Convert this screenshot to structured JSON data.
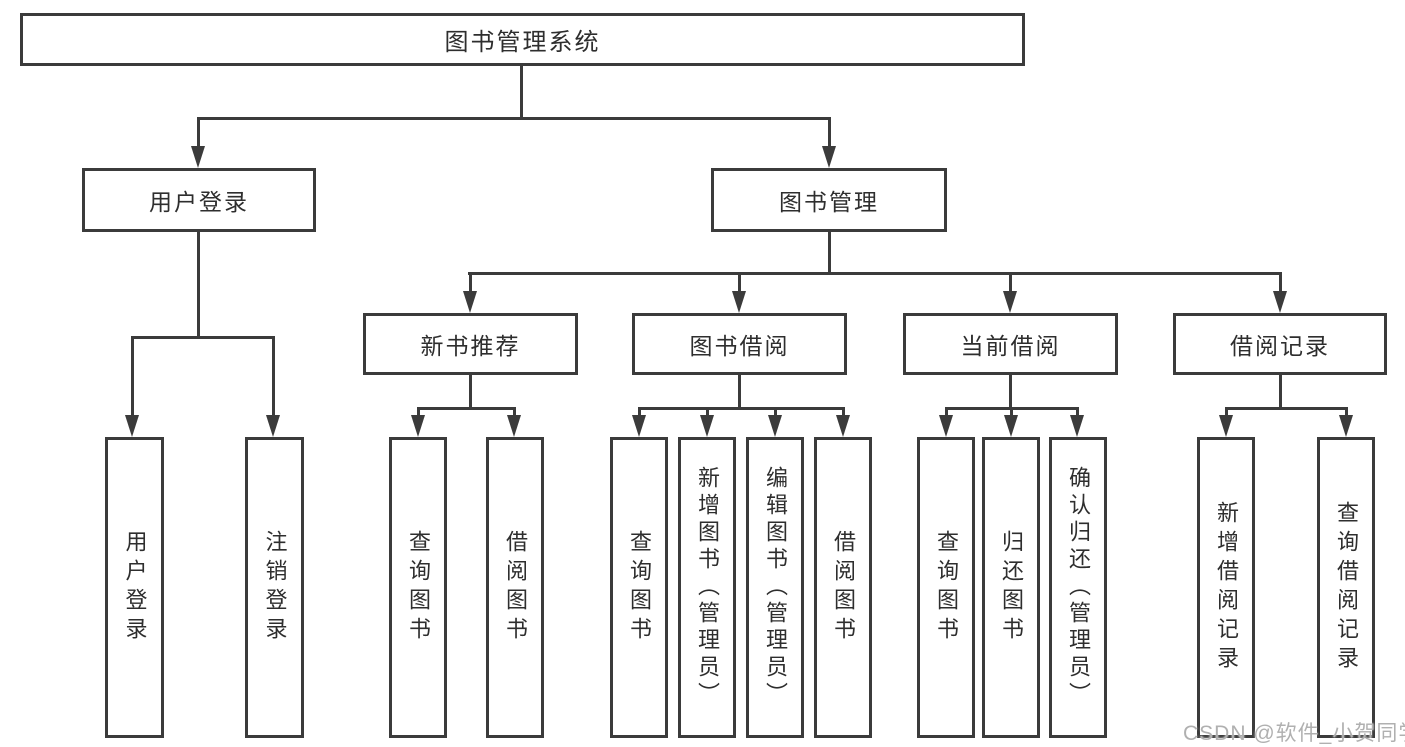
{
  "diagram": {
    "root": {
      "label": "图书管理系统"
    },
    "level2": [
      {
        "label": "用户登录"
      },
      {
        "label": "图书管理"
      }
    ],
    "level3": [
      {
        "label": "新书推荐"
      },
      {
        "label": "图书借阅"
      },
      {
        "label": "当前借阅"
      },
      {
        "label": "借阅记录"
      }
    ],
    "leaves": {
      "user_login": [
        {
          "label": "用户登录"
        },
        {
          "label": "注销登录"
        }
      ],
      "new_book": [
        {
          "label": "查询图书"
        },
        {
          "label": "借阅图书"
        }
      ],
      "book_borrow": [
        {
          "label": "查询图书"
        },
        {
          "label": "新增图书（管理员）"
        },
        {
          "label": "编辑图书（管理员）"
        },
        {
          "label": "借阅图书"
        }
      ],
      "current_borrow": [
        {
          "label": "查询图书"
        },
        {
          "label": "归还图书"
        },
        {
          "label": "确认归还（管理员）"
        }
      ],
      "borrow_records": [
        {
          "label": "新增借阅记录"
        },
        {
          "label": "查询借阅记录"
        }
      ]
    }
  },
  "colors": {
    "line": "#3b3b3b",
    "text": "#2e2e2e",
    "watermark": "#b0b0b0"
  },
  "watermark": {
    "text": "CSDN @软件_小贺同学"
  }
}
